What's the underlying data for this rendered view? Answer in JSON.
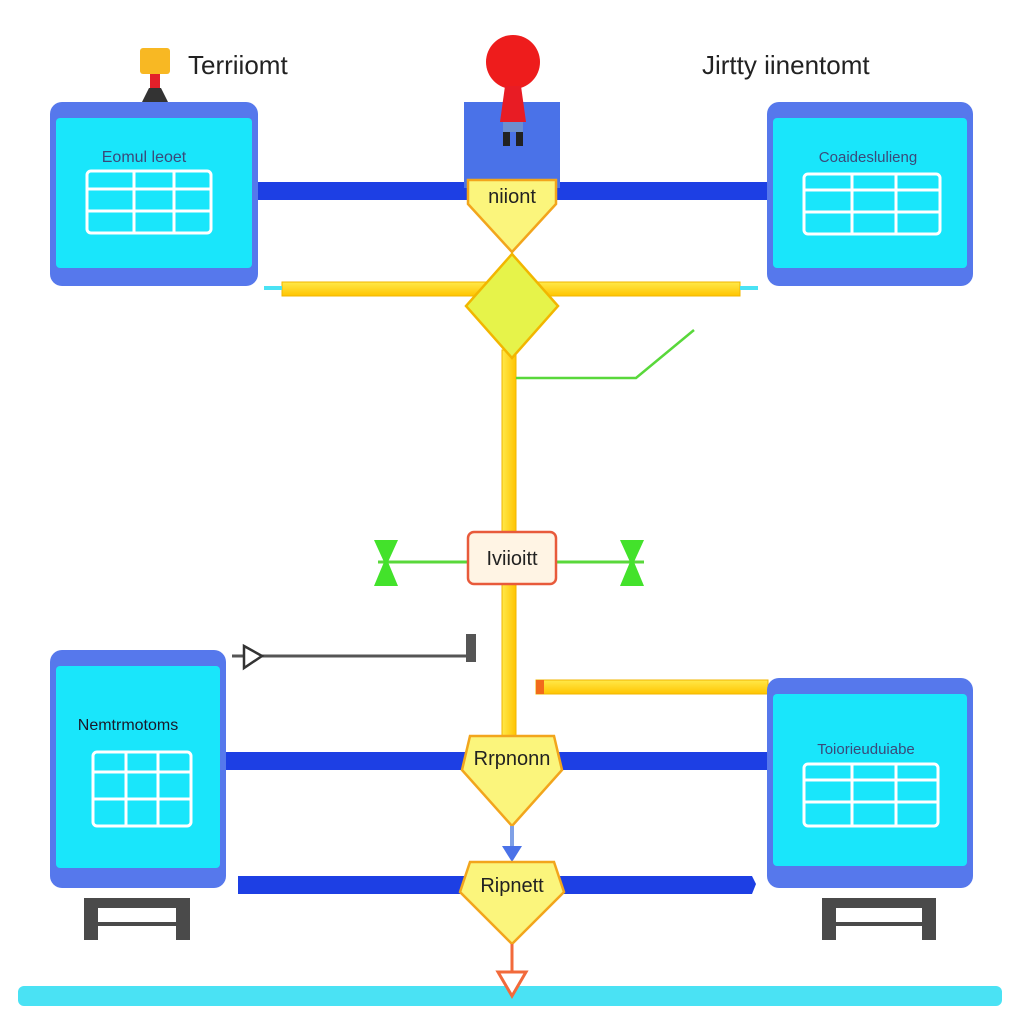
{
  "header": {
    "left_label": "Terriiomt",
    "right_label": "Jirtty iinentomt"
  },
  "panels": {
    "top_left": "Eomul leoet",
    "top_right": "Coaideslulieng",
    "bottom_left": "Nemtrmotoms",
    "bottom_right": "Toiorieuduiabe"
  },
  "nodes": {
    "top": "niiont",
    "middle": "Iviioitt",
    "lower": "Rrpnonn",
    "bottom": "Ripnett"
  },
  "colors": {
    "panel_fill": "#19e6fb",
    "panel_border": "#5678ec",
    "connector_blue": "#1d3fe4",
    "connector_yellow": "#ffd500",
    "diamond_fill": "#fbf57c",
    "flow_green": "#59d83b",
    "baseline": "#4ae2f4",
    "figure_red": "#ee1c1c"
  },
  "icons": [
    "person-icon",
    "user-icon",
    "table-icon",
    "stand-icon",
    "bowtie-icon",
    "arrow-icon"
  ]
}
